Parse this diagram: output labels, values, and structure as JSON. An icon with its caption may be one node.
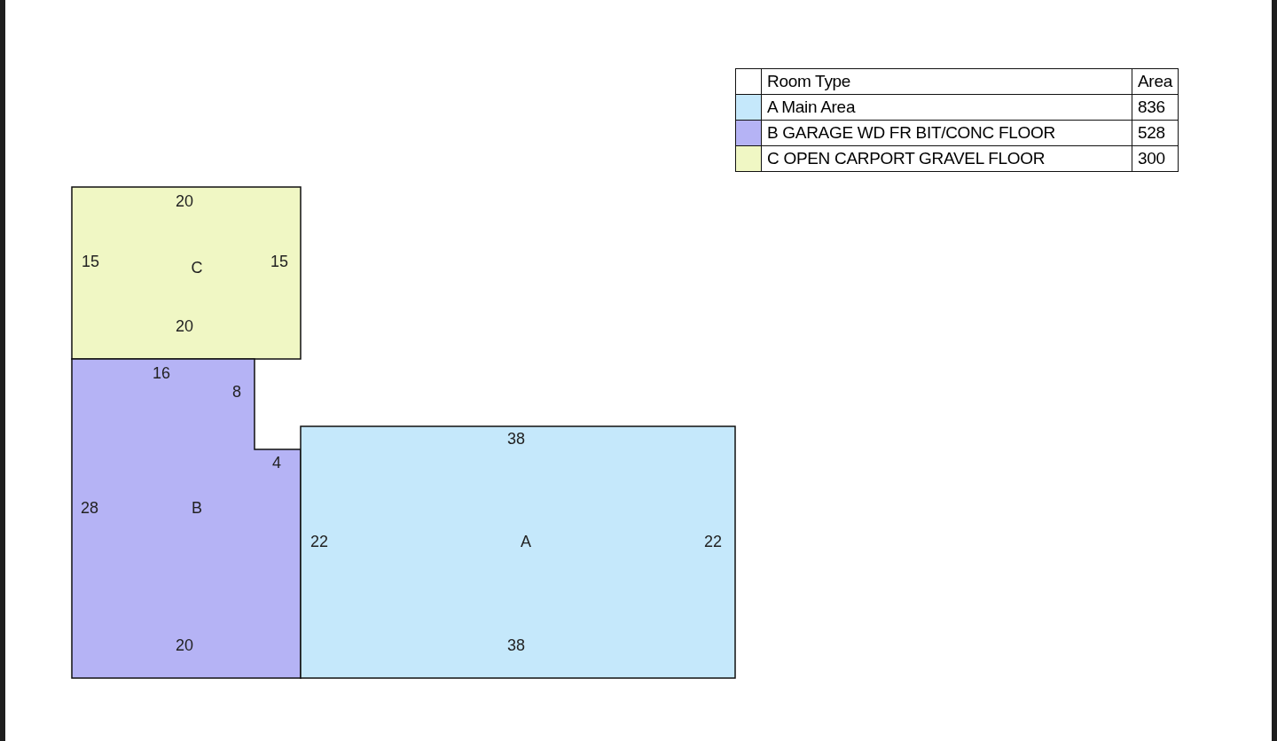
{
  "diagram": {
    "nodes": [
      {
        "text": [
          "20",
          "15",
          "C",
          "15",
          "20"
        ]
      },
      {
        "text": [
          "16",
          "8",
          "4",
          "28",
          "B",
          "20"
        ]
      },
      {
        "text": [
          "38",
          "22",
          "A",
          "22",
          "38"
        ]
      }
    ],
    "labels": [
      "Room Type",
      "Area",
      "836",
      "528",
      "300"
    ],
    "legend": [
      {
        "text": "A Main Area",
        "color": "#c5e8fb"
      },
      {
        "text": "B GARAGE WD FR BIT/CONC FLOOR",
        "color": "#b5b3f5"
      },
      {
        "text": "C OPEN CARPORT GRAVEL FLOOR",
        "color": "#f0f7c4"
      }
    ]
  }
}
